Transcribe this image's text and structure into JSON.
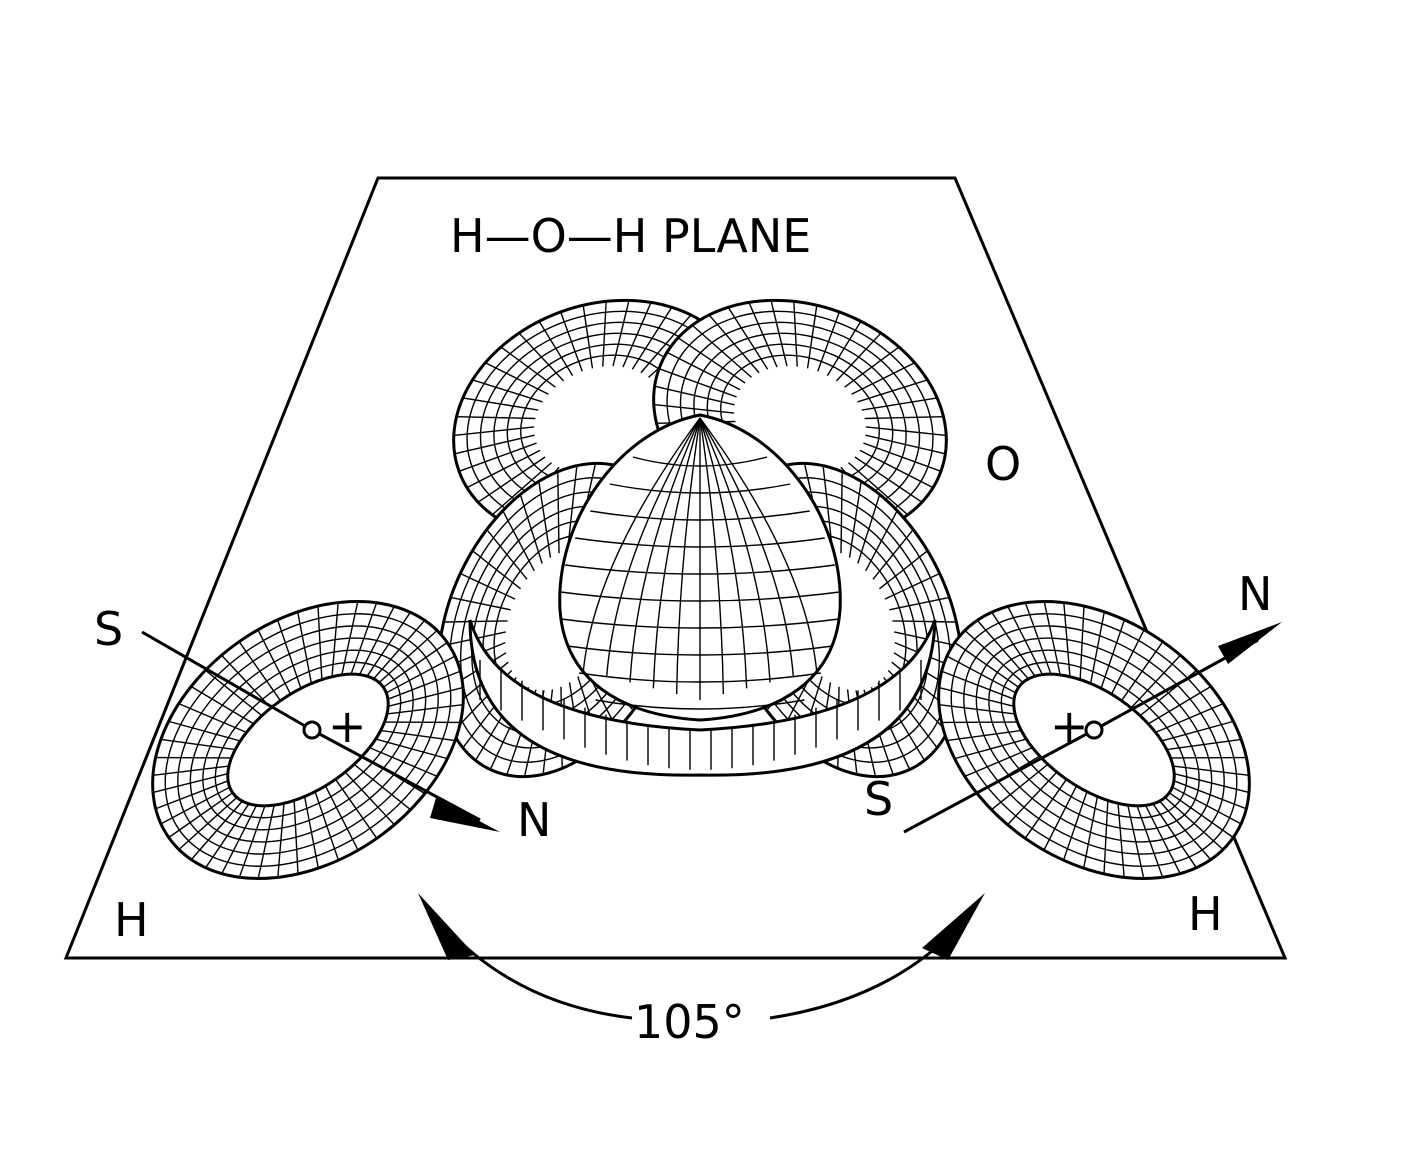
{
  "plane_label": "H—O—H PLANE",
  "atom_labels": {
    "oxygen": "O",
    "hydrogen_left": "H",
    "hydrogen_right": "H"
  },
  "pole_labels": {
    "left_south": "S",
    "left_north": "N",
    "right_south": "S",
    "right_north": "N"
  },
  "charge_labels": {
    "left_charge": "+",
    "right_charge": "+"
  },
  "angle_label": "105°"
}
